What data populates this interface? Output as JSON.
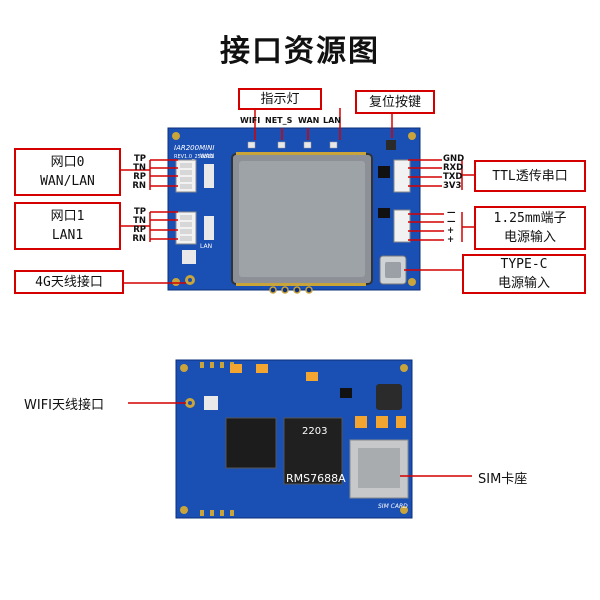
{
  "title": "接口资源图",
  "callouts": {
    "indicator": "指示灯",
    "reset": "复位按键",
    "lan0": [
      "网口0",
      "WAN/LAN"
    ],
    "lan1": [
      "网口1",
      "LAN1"
    ],
    "ant4g": "4G天线接口",
    "ttl": "TTL透传串口",
    "power": [
      "1.25mm端子",
      "电源输入"
    ],
    "typec": [
      "TYPE-C",
      "电源输入"
    ]
  },
  "led_labels": [
    "WIFI",
    "NET_S",
    "WAN",
    "LAN"
  ],
  "ethernet_pins": [
    "TP",
    "TN",
    "RP",
    "RN"
  ],
  "ttl_pins": [
    "GND",
    "RXD",
    "TXD",
    "3V3"
  ],
  "power_pins": [
    "—",
    "—",
    "+",
    "+"
  ],
  "board_top": {
    "model": "IAR200MINI",
    "rev": "REV1.0_250822",
    "wan_silk": "WAN",
    "lan_silk": "LAN"
  },
  "board_bottom": {
    "chip_date": "2203",
    "chip_name": "RMS7688A",
    "sim_silk": "SIM CARD"
  },
  "bottom_labels": {
    "wifi_ant": "WIFI天线接口",
    "sim": "SIM卡座"
  },
  "colors": {
    "pcb": "#1a4fb4",
    "callout_border": "#d40000",
    "leader": "#d40000"
  }
}
